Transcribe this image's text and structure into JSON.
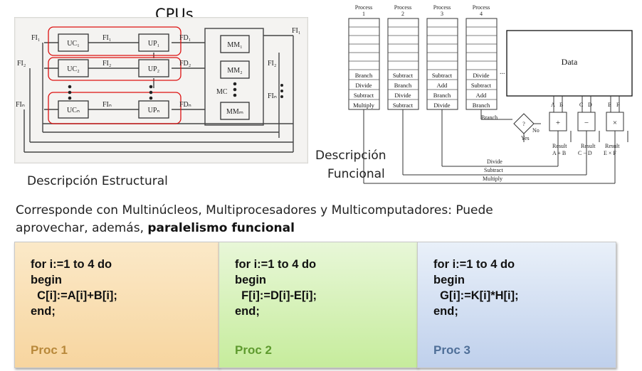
{
  "labels": {
    "cpus": "CPUs",
    "desc_estructural": "Descripción Estructural",
    "desc_funcional_1": "Descripción",
    "desc_funcional_2": "Funcional",
    "sentence_line1": "Corresponde con Multinúcleos, Multiprocesadores y Multicomputadores: Puede",
    "sentence_line2_plain": "aprovechar, además, ",
    "sentence_line2_bold": "paralelismo funcional"
  },
  "struct_diagram": {
    "uc": [
      "UC₁",
      "UC₂",
      "UCₙ"
    ],
    "up": [
      "UP₁",
      "UP₂",
      "UPₙ"
    ],
    "mm": [
      "MM₁",
      "MM₂",
      "MMₘ"
    ],
    "fi_in": [
      "FI₁",
      "FI₂",
      "FIₙ"
    ],
    "fi_mid": [
      "FI₁",
      "FI₂",
      "FIₙ"
    ],
    "fd": [
      "FD₁",
      "FD₂",
      "FDₙ"
    ],
    "fi_right": [
      "FI₁",
      "FI₂",
      "FIₙ"
    ],
    "mc": "MC"
  },
  "func_diagram": {
    "processes": [
      {
        "title": "Process",
        "num": "1",
        "ops": [
          "Branch",
          "Divide",
          "Subtract",
          "Multiply"
        ]
      },
      {
        "title": "Process",
        "num": "2",
        "ops": [
          "Subtract",
          "Branch",
          "Divide",
          "Subtract"
        ]
      },
      {
        "title": "Process",
        "num": "3",
        "ops": [
          "Subtract",
          "Add",
          "Branch",
          "Divide"
        ]
      },
      {
        "title": "Process",
        "num": "4",
        "ops": [
          "Divide",
          "Subtract",
          "Add",
          "Branch"
        ]
      }
    ],
    "data_label": "Data",
    "ellipsis": "...",
    "branch_label": "Branch",
    "decision": "?",
    "no_label": "No",
    "yes_label": "Yes",
    "operand_letters": [
      "A",
      "B",
      "C",
      "D",
      "E",
      "F"
    ],
    "op_symbols": [
      "+",
      "−",
      "×"
    ],
    "result_label": "Result",
    "results": [
      "A + B",
      "C − D",
      "E × F"
    ],
    "bus_labels": [
      "Divide",
      "Subtract",
      "Multiply"
    ]
  },
  "panels": [
    {
      "code": [
        "for i:=1 to 4 do",
        "begin",
        "  C[i]:=A[i]+B[i];",
        "end;"
      ],
      "proc": "Proc 1",
      "color": "#b8883a"
    },
    {
      "code": [
        "for i:=1 to 4 do",
        "begin",
        "  F[i]:=D[i]-E[i];",
        "end;"
      ],
      "proc": "Proc 2",
      "color": "#5e9a2e"
    },
    {
      "code": [
        "for i:=1 to 4 do",
        "begin",
        "  G[i]:=K[i]*H[i];",
        "end;"
      ],
      "proc": "Proc 3",
      "color": "#4f6f98"
    }
  ]
}
